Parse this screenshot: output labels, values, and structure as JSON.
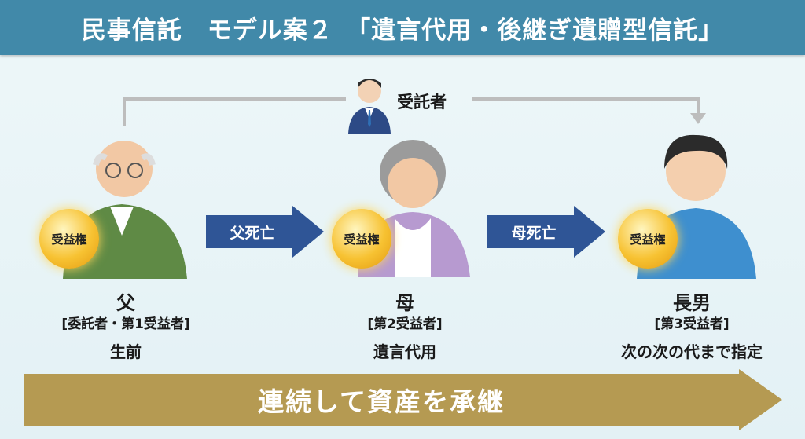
{
  "title": "民事信託　モデル案２　「遺言代用・後継ぎ遺贈型信託」",
  "trustee": {
    "label": "受託者"
  },
  "orb_label": "受益権",
  "people": [
    {
      "name": "父",
      "role": "[委託者・第1受益者]",
      "phase": "生前"
    },
    {
      "name": "母",
      "role": "[第2受益者]",
      "phase": "遺言代用"
    },
    {
      "name": "長男",
      "role": "[第3受益者]",
      "phase": "次の次の代まで指定"
    }
  ],
  "transitions": [
    {
      "label": "父死亡"
    },
    {
      "label": "母死亡"
    }
  ],
  "bottom_arrow": "連続して資産を承継",
  "colors": {
    "header": "#4189a9",
    "transition_arrow": "#2f5596",
    "bottom_arrow": "#b59a52"
  }
}
